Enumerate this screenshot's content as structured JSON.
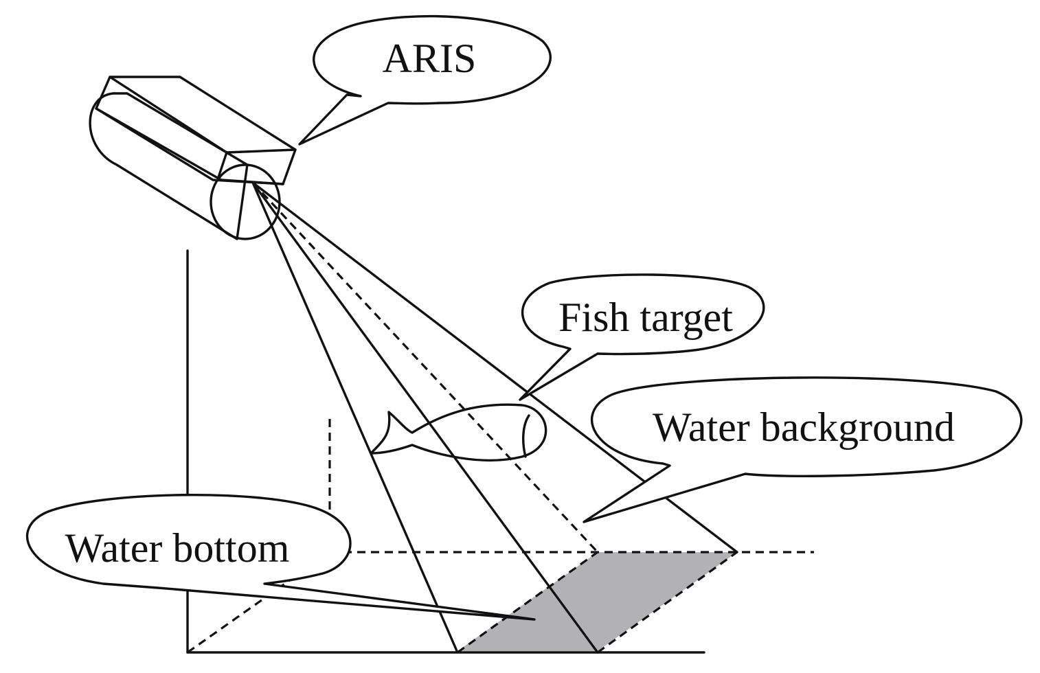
{
  "labels": {
    "aris": "ARIS",
    "fish_target": "Fish target",
    "water_background": "Water background",
    "water_bottom": "Water bottom"
  },
  "colors": {
    "line": "#111111",
    "bottom_region_fill": "#b2b2b6",
    "background": "#ffffff"
  }
}
